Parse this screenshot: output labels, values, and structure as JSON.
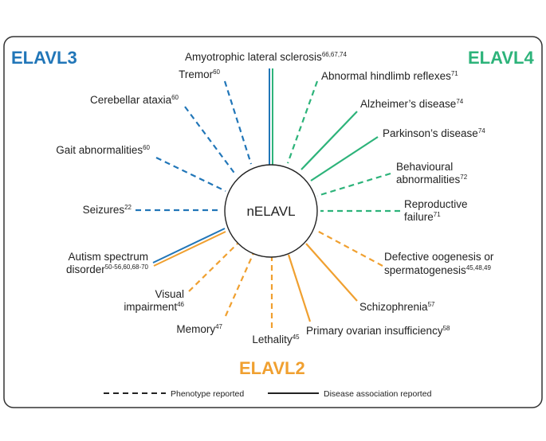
{
  "colors": {
    "elavl3": "#2176b8",
    "elavl4": "#2db37a",
    "elavl2": "#f0a030",
    "line": "#222222"
  },
  "genes": {
    "elavl3": "ELAVL3",
    "elavl4": "ELAVL4",
    "elavl2": "ELAVL2"
  },
  "center": {
    "label": "nELAVL"
  },
  "phenotypes": {
    "als": {
      "text": "Amyotrophic lateral sclerosis",
      "sup": "66,67,74"
    },
    "tremor": {
      "text": "Tremor",
      "sup": "60"
    },
    "cerebellar": {
      "text": "Cerebellar ataxia",
      "sup": "60"
    },
    "gait": {
      "text": "Gait abnormalities",
      "sup": "60"
    },
    "seizures": {
      "text": "Seizures",
      "sup": "22"
    },
    "autism_1": {
      "text": "Autism spectrum"
    },
    "autism_2": {
      "text": "disorder",
      "sup": "50-56,60,68-70"
    },
    "visual_1": {
      "text": "Visual"
    },
    "visual_2": {
      "text": "impairment",
      "sup": "46"
    },
    "memory": {
      "text": "Memory",
      "sup": "47"
    },
    "lethality": {
      "text": "Lethality",
      "sup": "45"
    },
    "poi": {
      "text": "Primary ovarian insufficiency",
      "sup": "58"
    },
    "schizo": {
      "text": "Schizophrenia",
      "sup": "57"
    },
    "oogen_1": {
      "text": "Defective oogenesis or"
    },
    "oogen_2": {
      "text": "spermatogenesis",
      "sup": "45,48,49"
    },
    "repro_1": {
      "text": "Reproductive"
    },
    "repro_2": {
      "text": "failure",
      "sup": "71"
    },
    "behav_1": {
      "text": "Behavioural"
    },
    "behav_2": {
      "text": "abnormalities",
      "sup": "72"
    },
    "parkinson": {
      "text": "Parkinson’s disease",
      "sup": "74"
    },
    "alzheimer": {
      "text": "Alzheimer’s disease",
      "sup": "74"
    },
    "hindlimb": {
      "text": "Abnormal hindlimb reflexes",
      "sup": "71"
    }
  },
  "legend": {
    "dashed": "Phenotype reported",
    "solid": "Disease association reported"
  }
}
